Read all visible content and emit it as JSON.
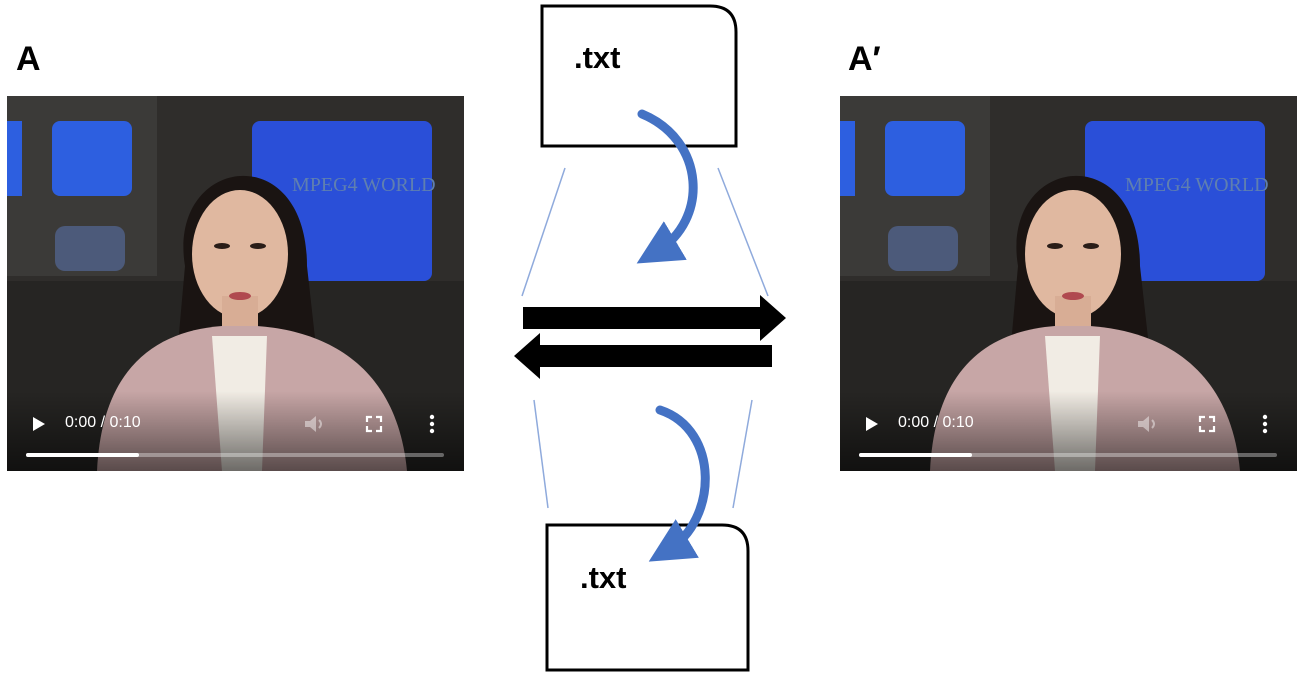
{
  "panels": {
    "left": {
      "label": "A"
    },
    "right": {
      "label": "A′"
    }
  },
  "video_a": {
    "time": "0:00 / 0:10",
    "progress": 0.27,
    "screen_text": "MPEG4 WORLD",
    "icons": [
      "play-icon",
      "volume-icon",
      "fullscreen-icon",
      "more-vert-icon"
    ]
  },
  "video_b": {
    "time": "0:00 / 0:10",
    "progress": 0.27,
    "screen_text": "MPEG4 WORLD",
    "icons": [
      "play-icon",
      "volume-icon",
      "fullscreen-icon",
      "more-vert-icon"
    ]
  },
  "text_files": {
    "top": ".txt",
    "bottom": ".txt"
  },
  "colors": {
    "curved_arrow": "#4472c4",
    "connector_line": "#8faadc",
    "double_arrow": "#000000"
  }
}
